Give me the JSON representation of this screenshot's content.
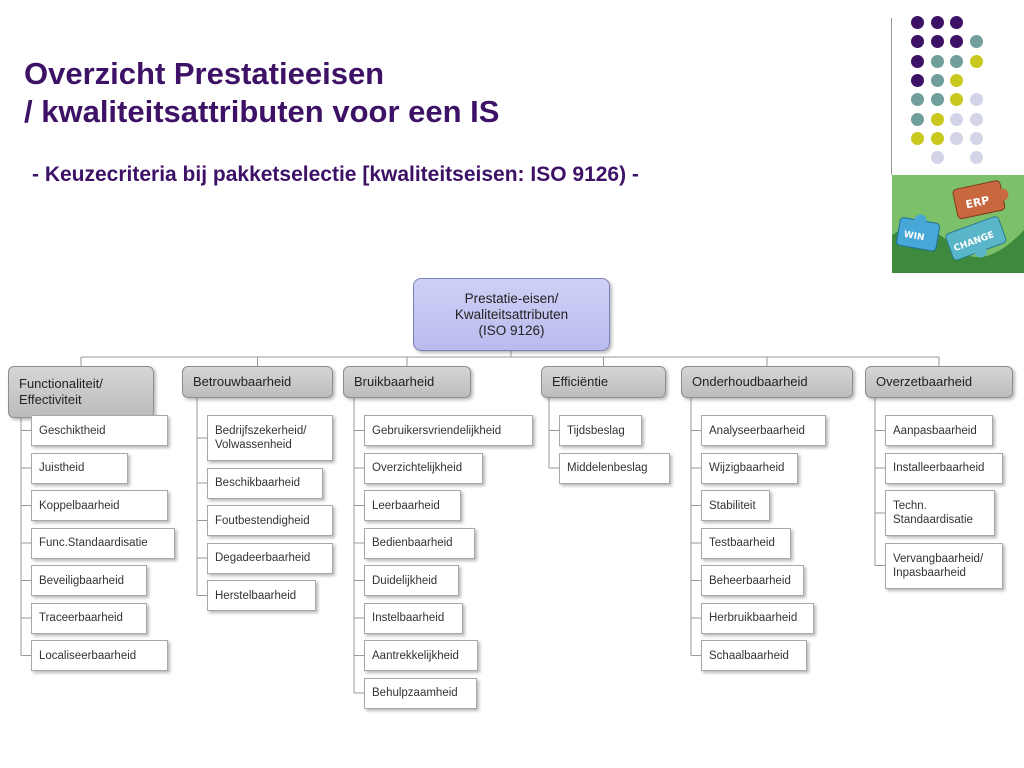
{
  "title": {
    "line1": "Overzicht Prestatieeisen",
    "line2": "/ kwaliteitsattributen voor een IS"
  },
  "subtitle": "-  Keuzecriteria bij pakketselectie [kwaliteitseisen: ISO 9126)  -",
  "colors": {
    "title": "#3d1166",
    "dot_purple": "#3d1166",
    "dot_teal": "#6f9e9b",
    "dot_yellow": "#c8c81e",
    "dot_lavender": "#d4d4e8",
    "root_fill": "#c3c5f2",
    "category_fill": "#c8c8c8"
  },
  "decor": {
    "image_labels": [
      "ERP",
      "WIN",
      "CHANGE"
    ]
  },
  "diagram": {
    "root": "Prestatie-eisen/\nKwaliteitsattributen\n(ISO 9126)",
    "categories": [
      {
        "label": "Functionaliteit/\nEffectiviteit",
        "items": [
          "Geschiktheid",
          "Juistheid",
          "Koppelbaarheid",
          "Func.Standaardisatie",
          "Beveiligbaarheid",
          "Traceerbaarheid",
          "Localiseerbaarheid"
        ]
      },
      {
        "label": "Betrouwbaarheid",
        "items": [
          "Bedrijfszekerheid/\nVolwassenheid",
          "Beschikbaarheid",
          "Foutbestendigheid",
          "Degadeerbaarheid",
          "Herstelbaarheid"
        ]
      },
      {
        "label": "Bruikbaarheid",
        "items": [
          "Gebruikersvriendelijkheid",
          "Overzichtelijkheid",
          "Leerbaarheid",
          "Bedienbaarheid",
          "Duidelijkheid",
          "Instelbaarheid",
          "Aantrekkelijkheid",
          "Behulpzaamheid"
        ]
      },
      {
        "label": "Efficiëntie",
        "items": [
          "Tijdsbeslag",
          "Middelenbeslag"
        ]
      },
      {
        "label": "Onderhoudbaarheid",
        "items": [
          "Analyseerbaarheid",
          "Wijzigbaarheid",
          "Stabiliteit",
          "Testbaarheid",
          "Beheerbaarheid",
          "Herbruikbaarheid",
          "Schaalbaarheid"
        ]
      },
      {
        "label": "Overzetbaarheid",
        "items": [
          "Aanpasbaarheid",
          "Installeerbaarheid",
          "Techn.\nStandaardisatie",
          "Vervangbaarheid/\nInpasbaarheid"
        ]
      }
    ]
  }
}
